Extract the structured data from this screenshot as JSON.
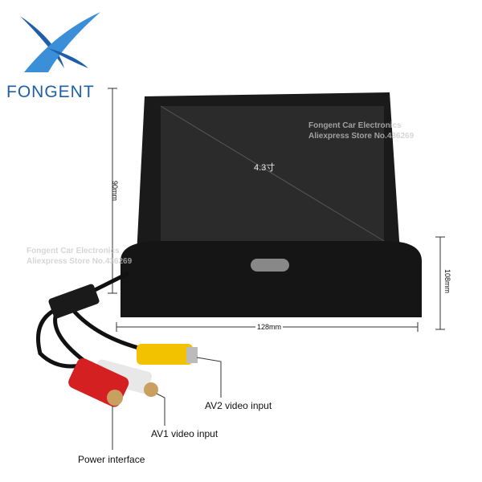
{
  "brand": {
    "name": "FONGENT",
    "color": "#1f5fa8"
  },
  "screen_size": "4.3寸",
  "dimensions": {
    "height": "90mm",
    "base_height": "108mm",
    "width": "128mm"
  },
  "watermark": {
    "line1": "Fongent Car Electronics",
    "line2": "Aliexpress Store No.436269"
  },
  "labels": {
    "av2": "AV2 video input",
    "av1": "AV1 video input",
    "power": "Power interface"
  },
  "colors": {
    "yellow": "#f2c200",
    "white": "#e8e8e8",
    "red": "#d42020"
  }
}
